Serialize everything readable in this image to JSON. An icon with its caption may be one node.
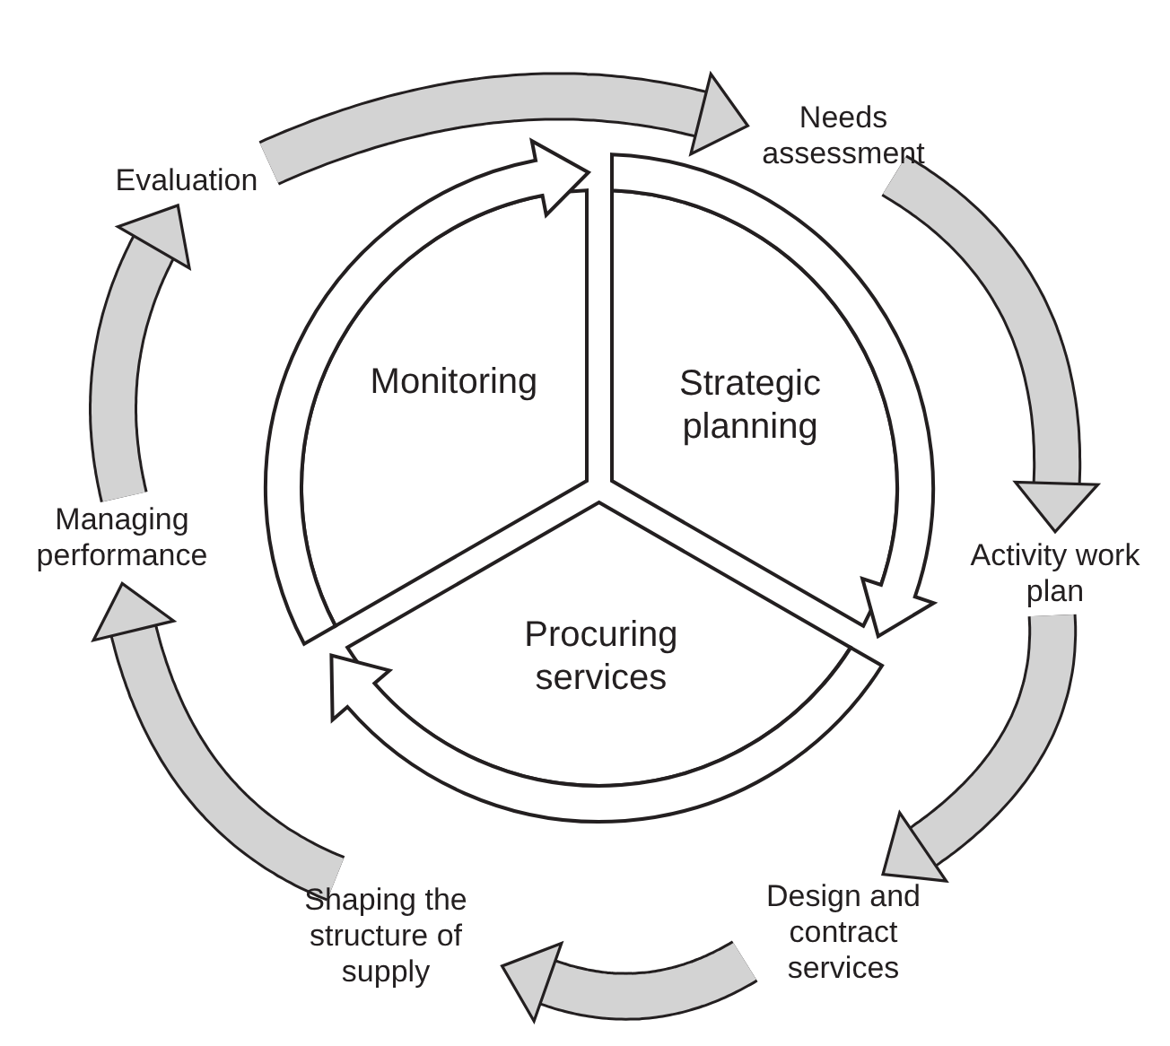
{
  "diagram": {
    "nodes": [
      {
        "text": [
          "Needs assessment"
        ]
      },
      {
        "text": [
          "Activity work plan"
        ]
      },
      {
        "text": [
          "Design and contract services"
        ]
      },
      {
        "text": [
          "Shaping the structure of supply"
        ]
      },
      {
        "text": [
          "Managing performance"
        ]
      },
      {
        "text": [
          "Evaluation"
        ]
      },
      {
        "text": [
          "Strategic planning"
        ]
      },
      {
        "text": [
          "Procuring services"
        ]
      },
      {
        "text": [
          "Monitoring"
        ]
      }
    ],
    "edges": [
      {
        "from": 5,
        "to": 0,
        "arrow": "to"
      },
      {
        "from": 0,
        "to": 1,
        "arrow": "to"
      },
      {
        "from": 1,
        "to": 2,
        "arrow": "to"
      },
      {
        "from": 2,
        "to": 3,
        "arrow": "to"
      },
      {
        "from": 3,
        "to": 4,
        "arrow": "to"
      },
      {
        "from": 4,
        "to": 5,
        "arrow": "to"
      },
      {
        "from": 6,
        "to": 7,
        "arrow": "to"
      },
      {
        "from": 7,
        "to": 8,
        "arrow": "to"
      },
      {
        "from": 8,
        "to": 6,
        "arrow": "to"
      }
    ]
  }
}
